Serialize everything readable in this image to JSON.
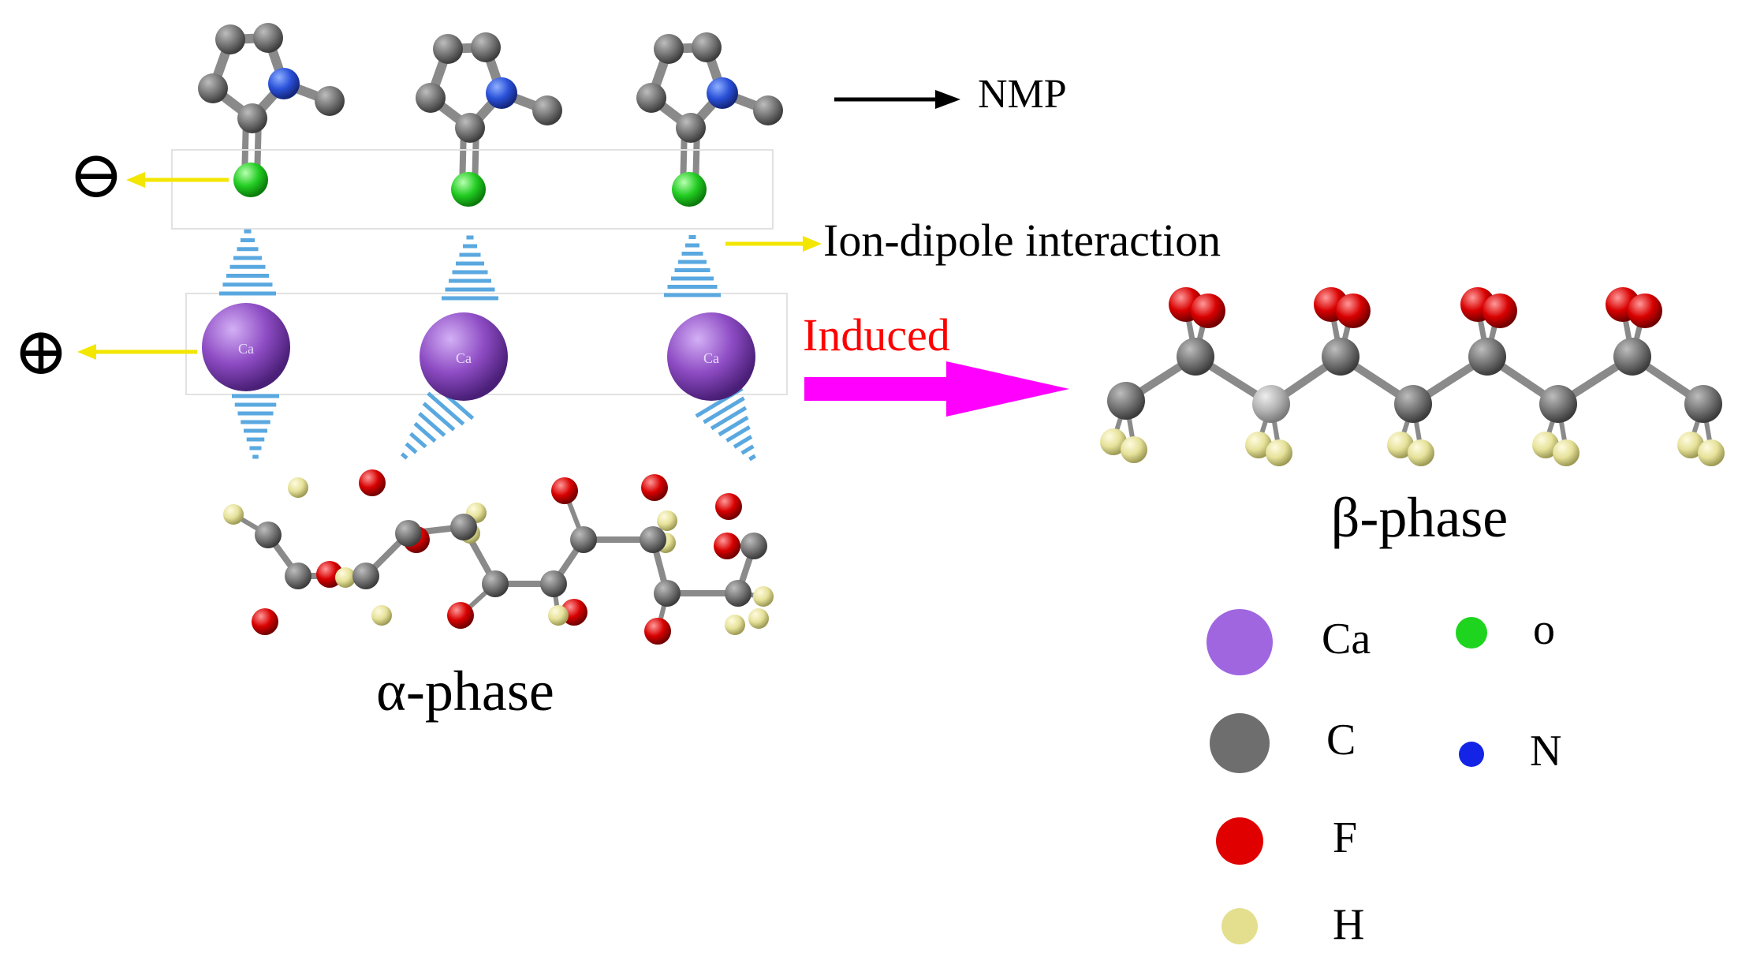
{
  "labels": {
    "nmp": "NMP",
    "ion_dipole": "Ion-dipole interaction",
    "induced": "Induced",
    "alpha_phase": "α-phase",
    "beta_phase": "β-phase",
    "negative_sign": "⊖",
    "positive_sign": "⊕",
    "ca_atom_text": "Ca"
  },
  "legend": [
    {
      "symbol": "Ca",
      "color": "#a066e0"
    },
    {
      "symbol": "C",
      "color": "#6e6e6e"
    },
    {
      "symbol": "F",
      "color": "#e00000"
    },
    {
      "symbol": "H",
      "color": "#e3df8f"
    },
    {
      "symbol": "o",
      "color": "#1ed41e"
    },
    {
      "symbol": "N",
      "color": "#1424e6"
    }
  ],
  "colors": {
    "carbon": "#6e6e6e",
    "nitrogen": "#2950d8",
    "oxygen": "#22cc22",
    "calcium": "#8e4cc4",
    "fluorine": "#d80000",
    "hydrogen": "#e6e29a",
    "arrow_black": "#000000",
    "arrow_yellow": "#f3e600",
    "arrow_magenta": "#ff00ff",
    "hatch_blue": "#5aa8e0",
    "induced_text": "#ff0000"
  },
  "icons": [
    "black-arrow-icon",
    "yellow-arrow-icon",
    "magenta-arrow-icon",
    "hatched-triangle-icon"
  ]
}
